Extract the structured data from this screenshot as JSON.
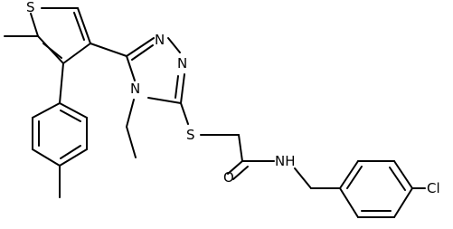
{
  "molecule": {
    "atom_labels": {
      "thiophene_s": "S",
      "triazole_n1": "N",
      "triazole_n2": "N",
      "triazole_n4": "N",
      "thioether_s": "S",
      "carbonyl_o": "O",
      "amide_nh": "NH",
      "chlorine": "Cl"
    },
    "line_color": "#000000",
    "background": "#ffffff"
  }
}
